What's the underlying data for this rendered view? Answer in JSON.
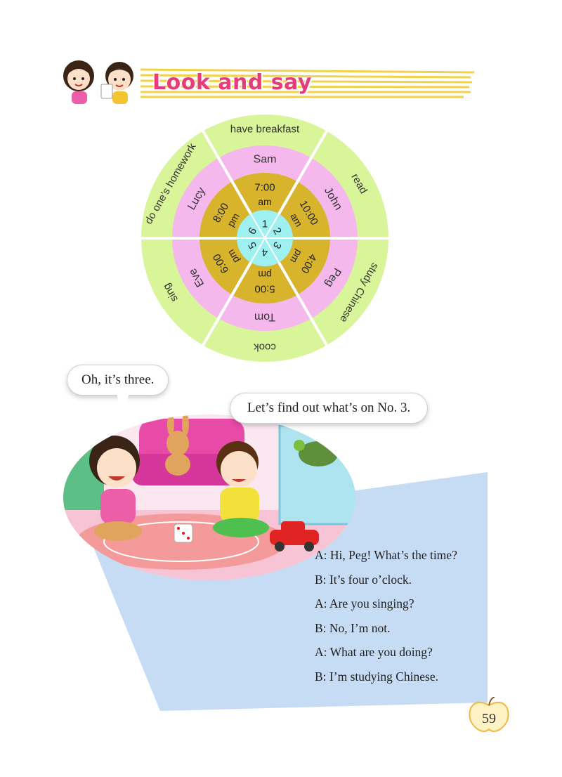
{
  "header": {
    "title": "Look and say"
  },
  "wheel": {
    "numbers": [
      "1",
      "2",
      "3",
      "4",
      "5",
      "6"
    ],
    "times": [
      {
        "time": "7:00",
        "period": "am"
      },
      {
        "time": "10:00",
        "period": "am"
      },
      {
        "time": "4:00",
        "period": "pm"
      },
      {
        "time": "5:00",
        "period": "pm"
      },
      {
        "time": "6:00",
        "period": "pm"
      },
      {
        "time": "8:00",
        "period": "pm"
      }
    ],
    "names": [
      "Sam",
      "John",
      "Peg",
      "Tom",
      "Eve",
      "Lucy"
    ],
    "activities": [
      "have breakfast",
      "read",
      "study Chinese",
      "cook",
      "sing",
      "do one’s homework"
    ]
  },
  "bubbles": {
    "girl": "Oh, it’s three.",
    "boy": "Let’s find out what’s on No. 3."
  },
  "dialogue": [
    {
      "speaker": "A:",
      "text": "Hi, Peg!  What’s the time?"
    },
    {
      "speaker": "B:",
      "text": "It’s four o’clock."
    },
    {
      "speaker": "A:",
      "text": "Are you singing?"
    },
    {
      "speaker": "B:",
      "text": "No, I’m not."
    },
    {
      "speaker": "A:",
      "text": "What are you doing?"
    },
    {
      "speaker": "B:",
      "text": "I’m studying Chinese."
    }
  ],
  "page_number": "59",
  "colors": {
    "title": "#e63c7a",
    "outer_ring": "#d9f59a",
    "middle_ring": "#f5b8ec",
    "inner_ring": "#d8b42c",
    "hub": "#9ff1f1",
    "panel": "#c6dcf5"
  }
}
